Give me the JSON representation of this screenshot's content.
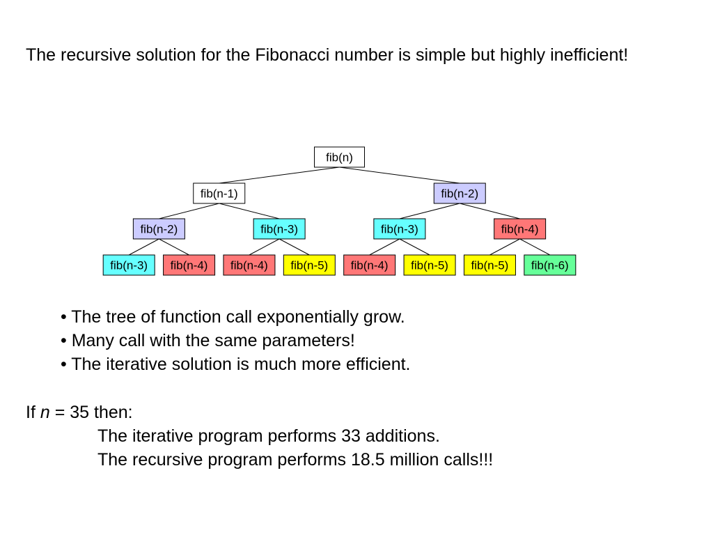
{
  "intro": "The recursive solution for the Fibonacci number is simple but highly inefficient!",
  "colors": {
    "white": "#ffffff",
    "lavender": "#ccccff",
    "cyan": "#66ffff",
    "red": "#ff7777",
    "yellow": "#ffff00",
    "green": "#66ff99"
  },
  "tree": {
    "nodes": [
      {
        "id": "n0",
        "label": "fib(n)",
        "color": "white",
        "level": 0,
        "parent": null
      },
      {
        "id": "n1",
        "label": "fib(n-1)",
        "color": "white",
        "level": 1,
        "parent": "n0"
      },
      {
        "id": "n2",
        "label": "fib(n-2)",
        "color": "lavender",
        "level": 1,
        "parent": "n0"
      },
      {
        "id": "n3",
        "label": "fib(n-2)",
        "color": "lavender",
        "level": 2,
        "parent": "n1"
      },
      {
        "id": "n4",
        "label": "fib(n-3)",
        "color": "cyan",
        "level": 2,
        "parent": "n1"
      },
      {
        "id": "n5",
        "label": "fib(n-3)",
        "color": "cyan",
        "level": 2,
        "parent": "n2"
      },
      {
        "id": "n6",
        "label": "fib(n-4)",
        "color": "red",
        "level": 2,
        "parent": "n2"
      },
      {
        "id": "n7",
        "label": "fib(n-3)",
        "color": "cyan",
        "level": 3,
        "parent": "n3"
      },
      {
        "id": "n8",
        "label": "fib(n-4)",
        "color": "red",
        "level": 3,
        "parent": "n3"
      },
      {
        "id": "n9",
        "label": "fib(n-4)",
        "color": "red",
        "level": 3,
        "parent": "n4"
      },
      {
        "id": "n10",
        "label": "fib(n-5)",
        "color": "yellow",
        "level": 3,
        "parent": "n4"
      },
      {
        "id": "n11",
        "label": "fib(n-4)",
        "color": "red",
        "level": 3,
        "parent": "n5"
      },
      {
        "id": "n12",
        "label": "fib(n-5)",
        "color": "yellow",
        "level": 3,
        "parent": "n5"
      },
      {
        "id": "n13",
        "label": "fib(n-5)",
        "color": "yellow",
        "level": 3,
        "parent": "n6"
      },
      {
        "id": "n14",
        "label": "fib(n-6)",
        "color": "green",
        "level": 3,
        "parent": "n6"
      }
    ]
  },
  "bullets": [
    "• The tree of function call exponentially grow.",
    "• Many call with the same parameters!",
    "• The iterative solution is much more efficient."
  ],
  "conclusion": {
    "prefix": "If ",
    "variable": "n",
    "condition": " = 35 then:",
    "lines": [
      "The iterative program performs 33 additions.",
      "The recursive program performs 18.5 million calls!!!"
    ]
  }
}
